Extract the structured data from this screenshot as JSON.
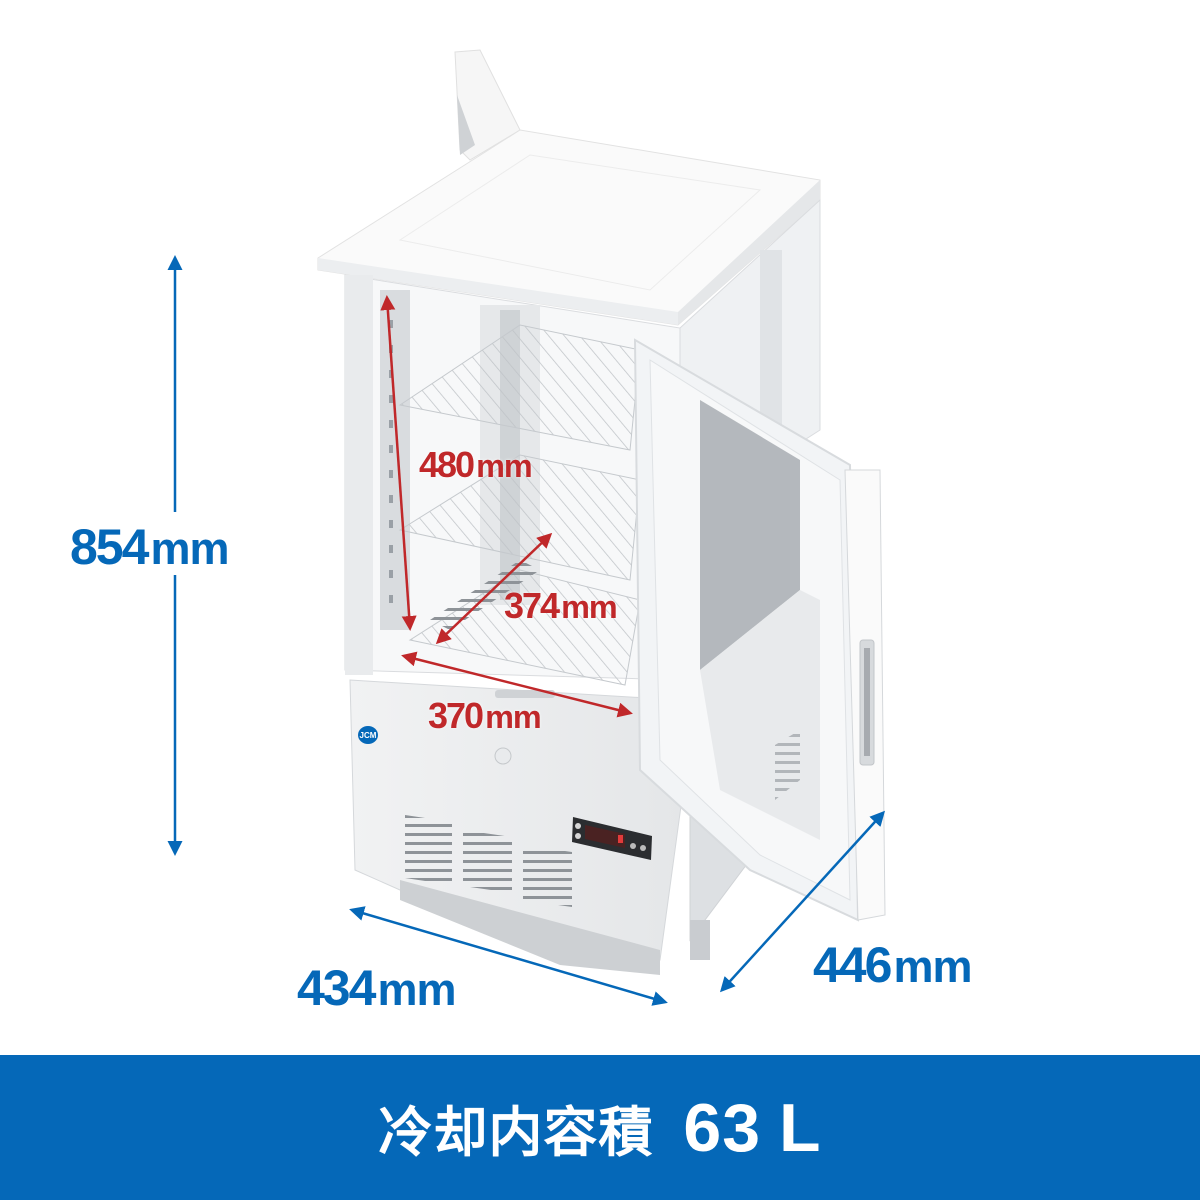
{
  "product": {
    "type": "4-sided glass refrigerated display case (tabletop)",
    "brand_logo": "JCM",
    "controller": "digital temperature controller panel"
  },
  "dimensions": {
    "external": {
      "height": {
        "value": "854",
        "unit": "mm"
      },
      "width": {
        "value": "434",
        "unit": "mm"
      },
      "depth": {
        "value": "446",
        "unit": "mm"
      }
    },
    "internal": {
      "height": {
        "value": "480",
        "unit": "mm"
      },
      "depth": {
        "value": "374",
        "unit": "mm"
      },
      "width": {
        "value": "370",
        "unit": "mm"
      }
    }
  },
  "banner": {
    "label": "冷却内容積",
    "value": "63",
    "unit": "L"
  },
  "colors": {
    "external_dim": "#0568b8",
    "internal_dim": "#c0282a",
    "banner_bg": "#0568b8",
    "banner_text": "#ffffff"
  }
}
